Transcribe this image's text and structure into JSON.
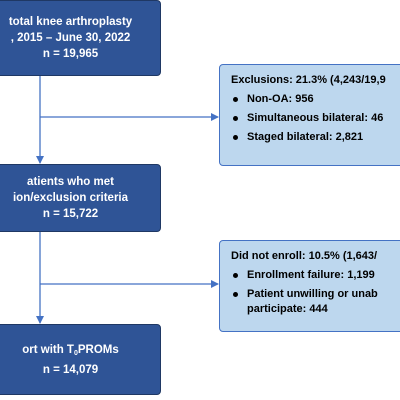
{
  "main_boxes": {
    "cohort": {
      "line1": "total knee arthroplasty",
      "line2": ", 2015 – June 30, 2022",
      "count": "n = 19,965"
    },
    "met_criteria": {
      "line1": "atients who met",
      "line2": "ion/exclusion criteria",
      "count": "n = 15,722"
    },
    "t0_proms": {
      "line1_prefix": "ort with T",
      "line1_sub": "0",
      "line1_suffix": "PROMs",
      "count": "n = 14,079"
    }
  },
  "exclusions": {
    "title": "Exclusions: 21.3% (4,243/19,9",
    "items": [
      "Non-OA: 956",
      "Simultaneous bilateral: 46",
      "Staged bilateral: 2,821"
    ]
  },
  "not_enrolled": {
    "title": "Did not enroll: 10.5% (1,643/",
    "items": [
      {
        "line1": "Enrollment failure: 1,199",
        "line2": ""
      },
      {
        "line1": "Patient unwilling or unab",
        "line2": "participate: 444"
      }
    ]
  },
  "colors": {
    "main_fill": "#2f5496",
    "side_fill": "#bdd7ee",
    "connector": "#4472c4"
  }
}
